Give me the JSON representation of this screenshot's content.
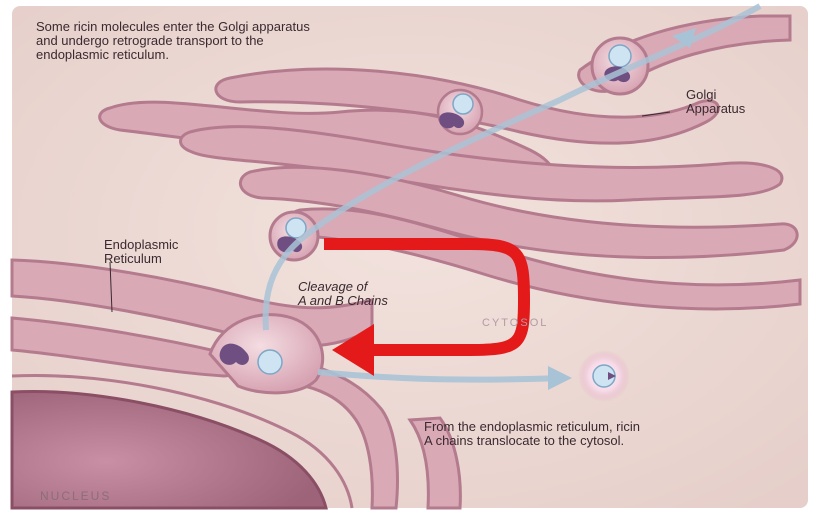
{
  "intro_text": "Some ricin molecules enter the Golgi apparatus\nand undergo retrograde transport to the\nendoplasmic reticulum.",
  "golgi_label": "Golgi\nApparatus",
  "er_label": "Endoplasmic\nReticulum",
  "cleavage_label": "Cleavage of\nA and B Chains",
  "cytosol_label": "CYTOSOL",
  "outro_text": "From the endoplasmic reticulum, ricin\nA chains translocate to the cytosol.",
  "nucleus_label": "NUCLEUS",
  "colors": {
    "background": "#ecd8d4",
    "membrane": "#c08ea0",
    "membrane_fill": "#dcb3bd",
    "transport_arrow": "#a9c3d6",
    "highlight_arrow": "#e41a1a",
    "molecule": "#6f4f82"
  }
}
